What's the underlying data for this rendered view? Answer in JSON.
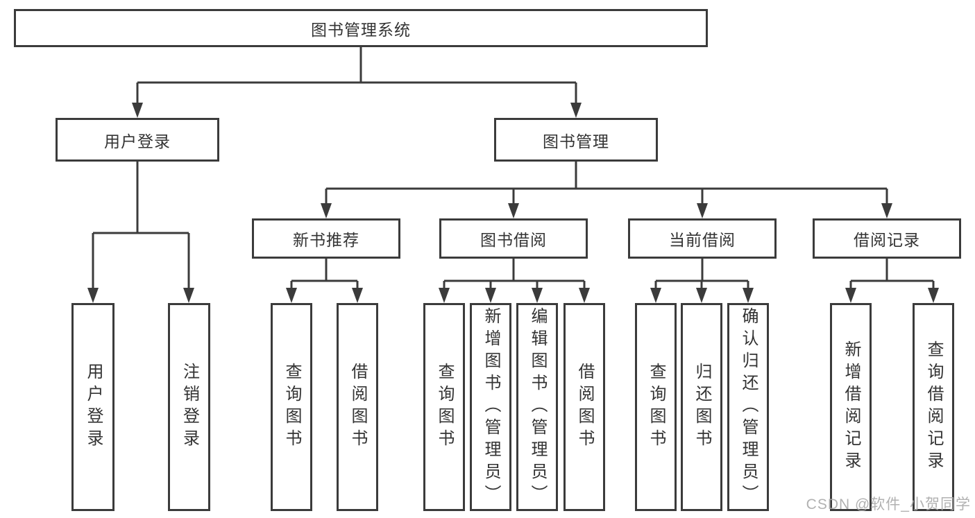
{
  "tree": {
    "label": "图书管理系统",
    "children": [
      {
        "label": "用户登录",
        "children": [
          {
            "label": "用户登录"
          },
          {
            "label": "注销登录"
          }
        ]
      },
      {
        "label": "图书管理",
        "children": [
          {
            "label": "新书推荐",
            "children": [
              {
                "label": "查询图书"
              },
              {
                "label": "借阅图书"
              }
            ]
          },
          {
            "label": "图书借阅",
            "children": [
              {
                "label": "查询图书"
              },
              {
                "label": "新增图书（管理员）"
              },
              {
                "label": "编辑图书（管理员）"
              },
              {
                "label": "借阅图书"
              }
            ]
          },
          {
            "label": "当前借阅",
            "children": [
              {
                "label": "查询图书"
              },
              {
                "label": "归还图书"
              },
              {
                "label": "确认归还（管理员）"
              }
            ]
          },
          {
            "label": "借阅记录",
            "children": [
              {
                "label": "新增借阅记录"
              },
              {
                "label": "查询借阅记录"
              }
            ]
          }
        ]
      }
    ]
  },
  "style": {
    "line_color": "#3b3b3b",
    "text_color": "#333333",
    "watermark_color": "#a8a8a8"
  },
  "watermark": {
    "text": "CSDN @软件_小贺同学"
  }
}
